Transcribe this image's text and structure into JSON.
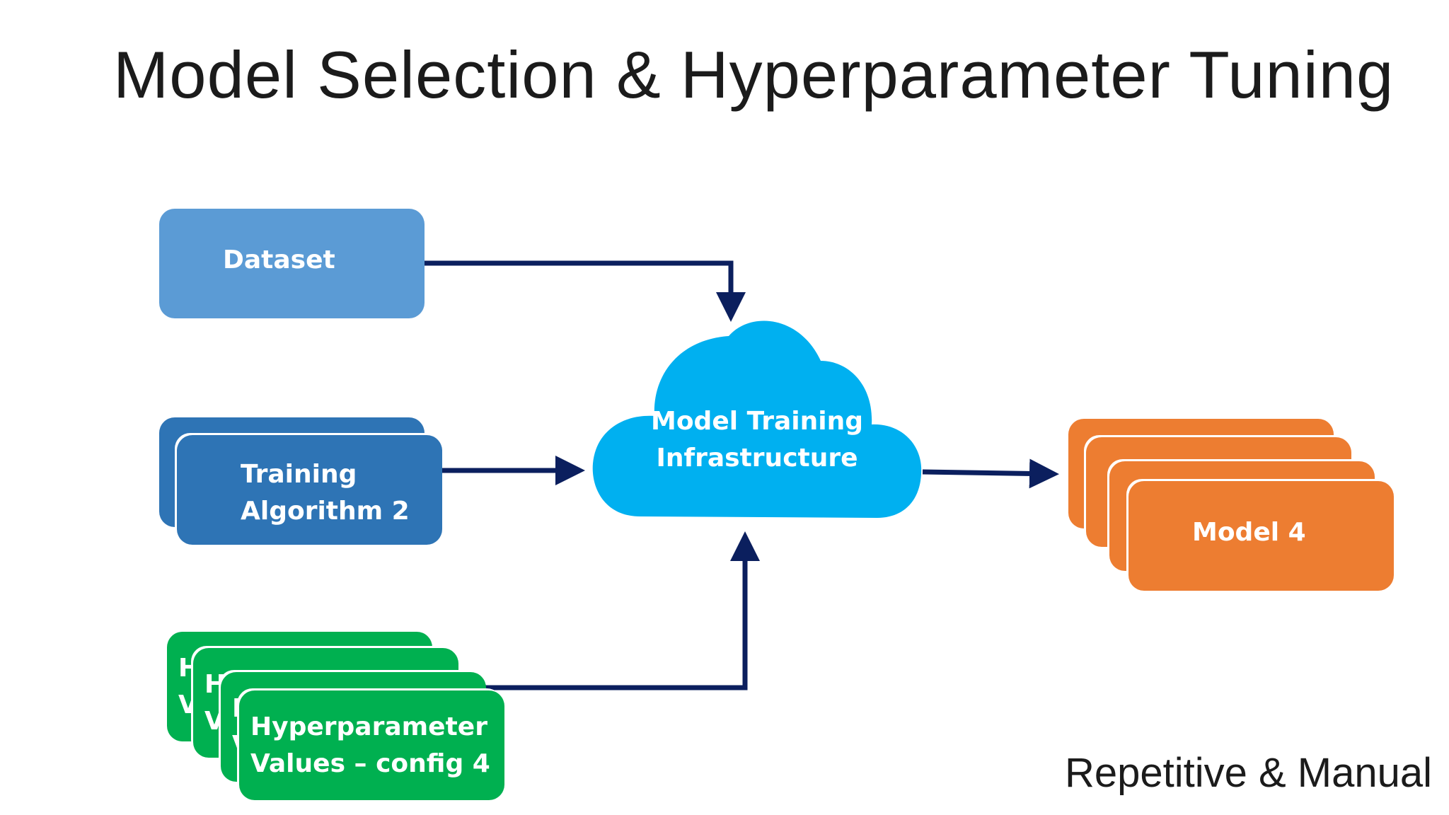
{
  "title": "Model Selection & Hyperparameter Tuning",
  "footer_note": "Repetitive & Manual",
  "nodes": {
    "dataset": "Dataset",
    "training_algorithm": {
      "line1": "Training",
      "line2": "Algorithm 2"
    },
    "hyperparameters": [
      {
        "line1": "H",
        "line2": "V"
      },
      {
        "line1": "H",
        "line2": "V"
      },
      {
        "line1": "H",
        "line2": "V"
      },
      {
        "line1": "Hyperparameter",
        "line2": "Values – config 4"
      }
    ],
    "infrastructure": {
      "line1": "Model Training",
      "line2": "Infrastructure"
    },
    "model": "Model 4"
  },
  "colors": {
    "dataset": "#5b9bd5",
    "algorithm": "#2e74b5",
    "hyperparameter": "#00b050",
    "infrastructure": "#00b0f0",
    "model": "#ed7d31",
    "connector": "#0b1f5e"
  }
}
